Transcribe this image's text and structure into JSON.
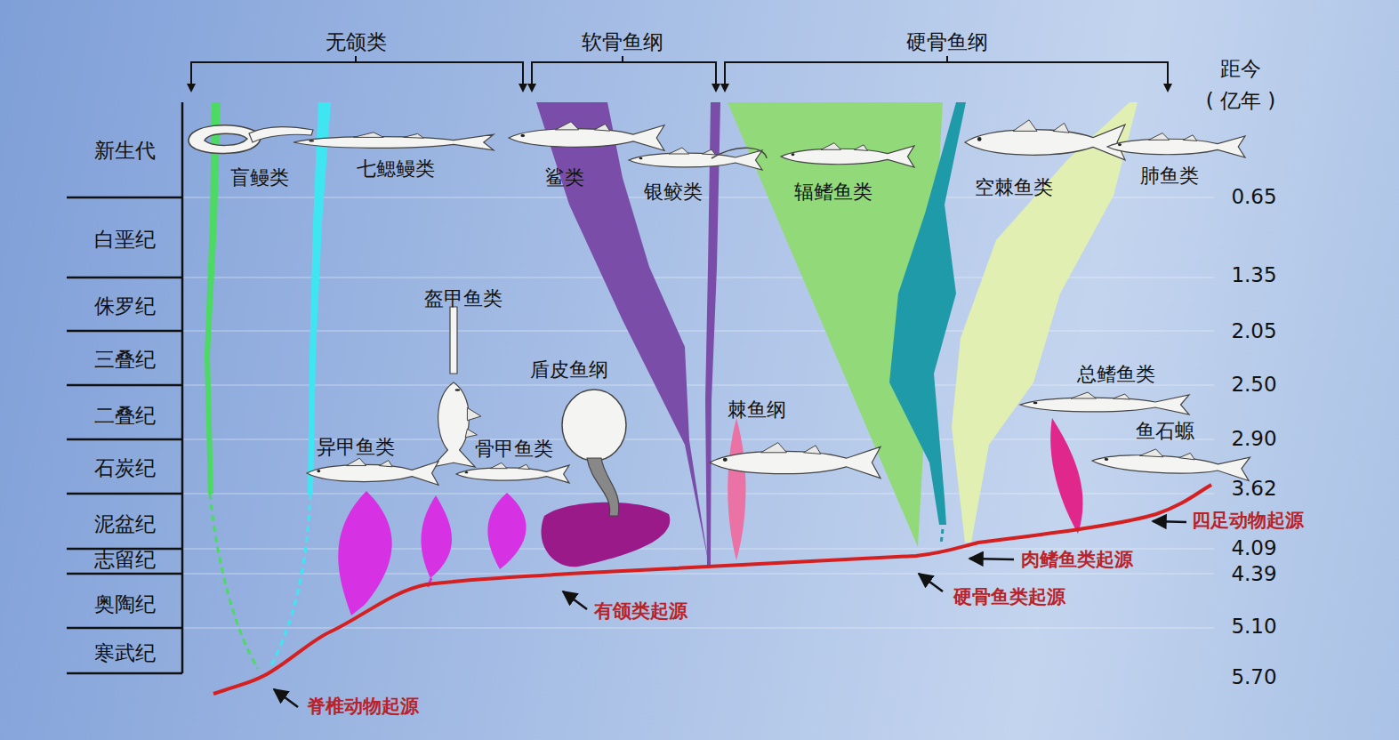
{
  "diagram": {
    "labels": [
      "无颌类",
      "软骨鱼纲",
      "硬骨鱼纲",
      "距今",
      "( 亿年 )",
      "新生代",
      "白垩纪",
      "侏罗纪",
      "三叠纪",
      "二叠纪",
      "石炭纪",
      "泥盆纪",
      "志留纪",
      "奥陶纪",
      "寒武纪",
      "0.65",
      "1.35",
      "2.05",
      "2.50",
      "2.90",
      "3.62",
      "4.09",
      "4.39",
      "5.10",
      "5.70",
      "盲鳗类",
      "七鳃鳗类",
      "鲨类",
      "银鲛类",
      "辐鳍鱼类",
      "空棘鱼类",
      "肺鱼类",
      "盔甲鱼类",
      "盾皮鱼纲",
      "异甲鱼类",
      "骨甲鱼类",
      "棘鱼纲",
      "总鳍鱼类",
      "鱼石螈",
      "脊椎动物起源",
      "有颌类起源",
      "硬骨鱼类起源",
      "肉鳍鱼类起源",
      "四足动物起源"
    ]
  }
}
